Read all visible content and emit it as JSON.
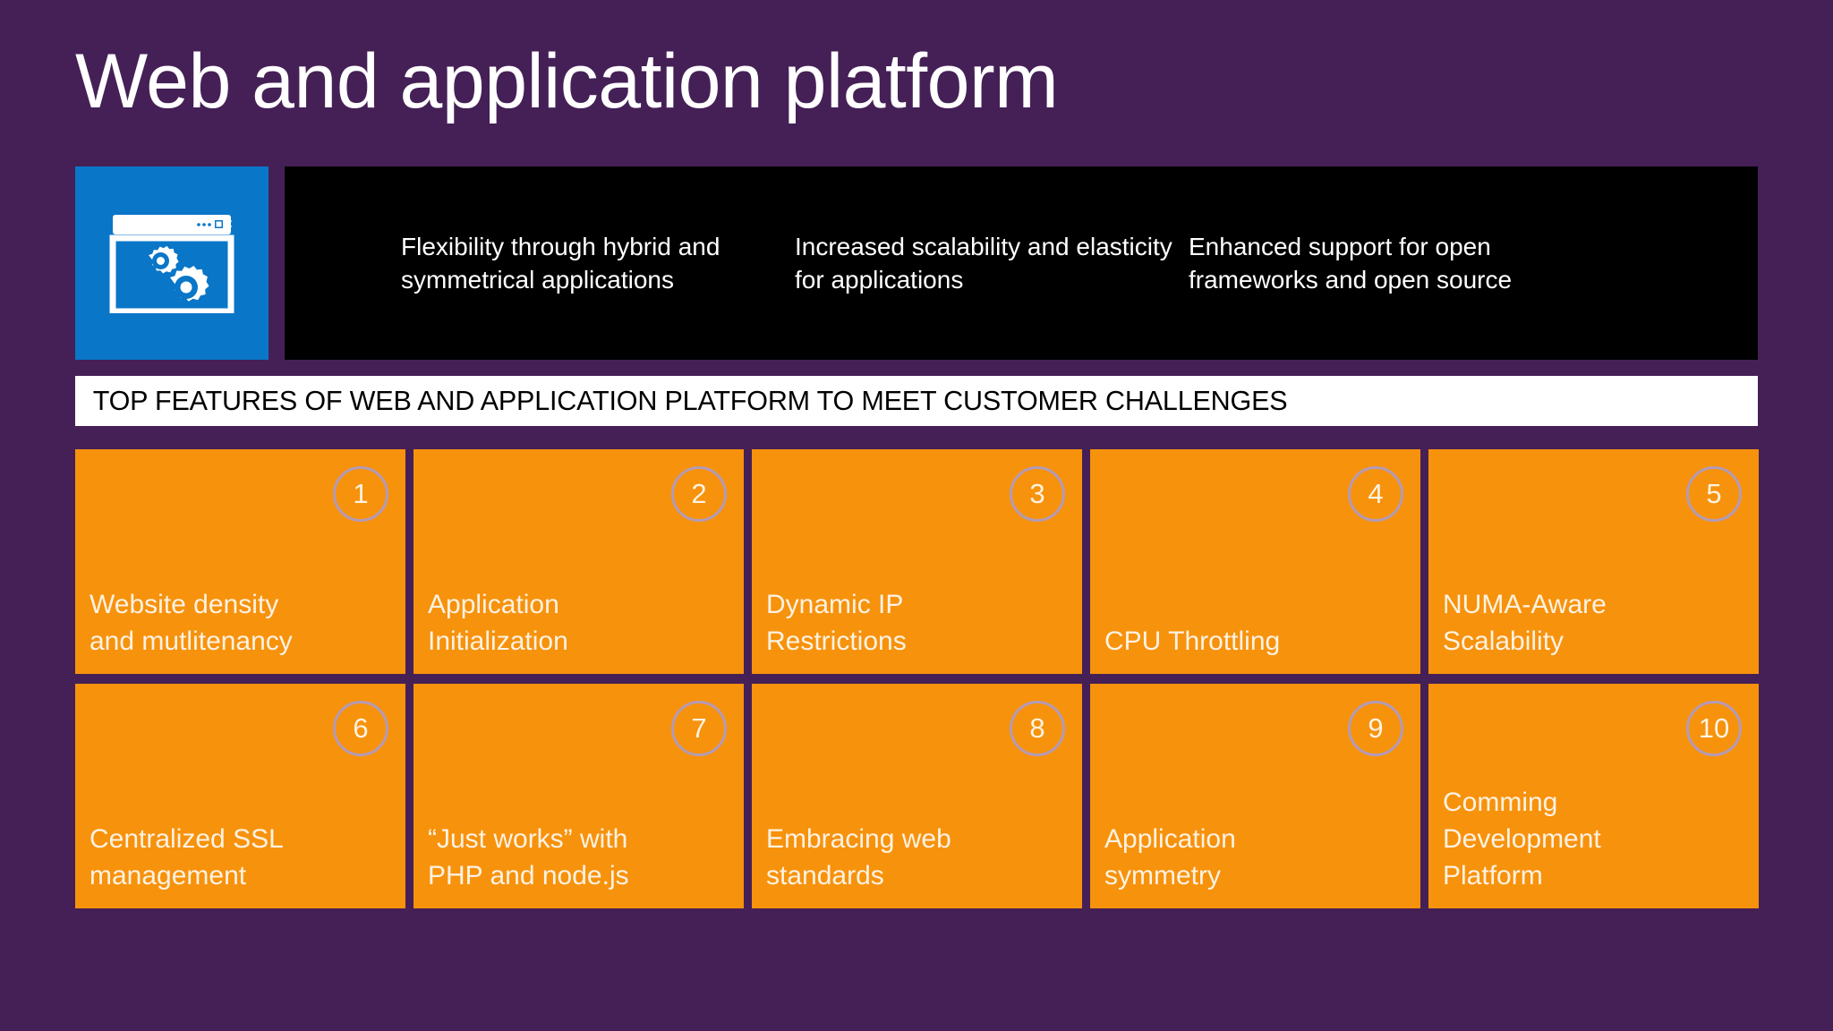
{
  "slide": {
    "title": "Web and application platform",
    "background_color": "#452056",
    "accent_orange": "#f7920c",
    "accent_blue": "#0a76c8"
  },
  "banner": {
    "icon_name": "browser-window-gears-icon",
    "items": [
      {
        "text": "Flexibility through hybrid and symmetrical applications"
      },
      {
        "text": "Increased scalability and elasticity for applications"
      },
      {
        "text": "Enhanced support for open frameworks and open source"
      }
    ]
  },
  "headline": {
    "text": "TOP FEATURES OF WEB AND APPLICATION PLATFORM TO MEET CUSTOMER CHALLENGES"
  },
  "features": [
    {
      "number": "1",
      "label": "Website density\nand mutlitenancy"
    },
    {
      "number": "2",
      "label": "Application\nInitialization"
    },
    {
      "number": "3",
      "label": "Dynamic IP\nRestrictions"
    },
    {
      "number": "4",
      "label": "CPU Throttling"
    },
    {
      "number": "5",
      "label": "NUMA-Aware\nScalability"
    },
    {
      "number": "6",
      "label": "Centralized SSL\nmanagement"
    },
    {
      "number": "7",
      "label": "“Just works” with\nPHP and node.js"
    },
    {
      "number": "8",
      "label": "Embracing web\nstandards"
    },
    {
      "number": "9",
      "label": "Application\nsymmetry"
    },
    {
      "number": "10",
      "label": "Comming\nDevelopment\nPlatform"
    }
  ]
}
